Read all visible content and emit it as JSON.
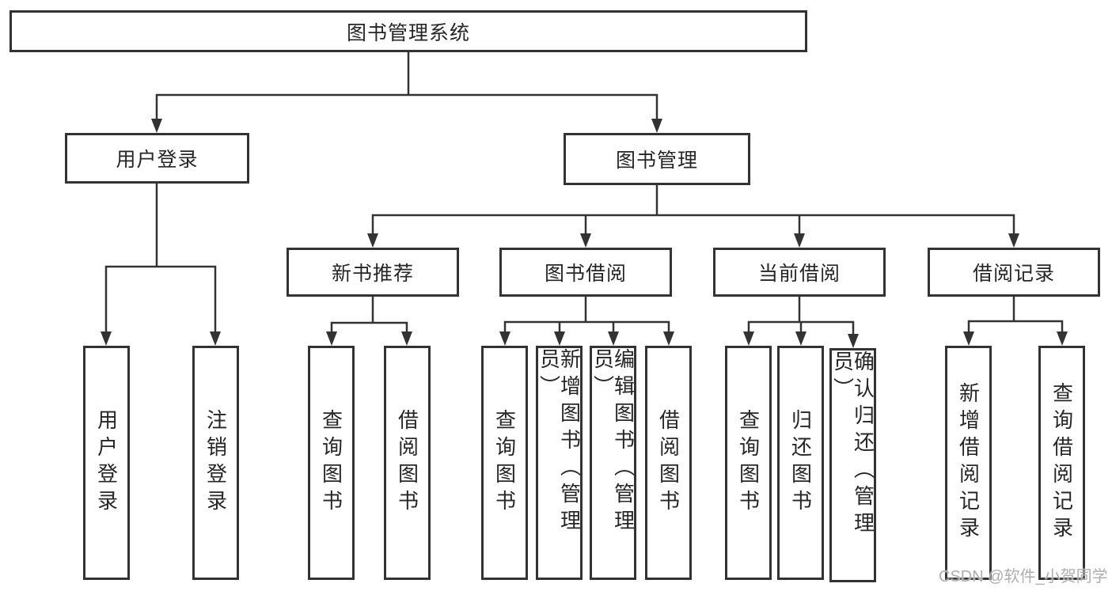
{
  "colors": {
    "line": "#333333",
    "box_border": "#333333",
    "text": "#262626",
    "watermark": "#aeaeae",
    "background": "#ffffff"
  },
  "diagram": {
    "type": "hierarchy-tree",
    "root": {
      "label": "图书管理系统"
    },
    "level2": [
      {
        "label": "用户登录"
      },
      {
        "label": "图书管理"
      }
    ],
    "level3": [
      {
        "label": "新书推荐",
        "parent": "图书管理"
      },
      {
        "label": "图书借阅",
        "parent": "图书管理"
      },
      {
        "label": "当前借阅",
        "parent": "图书管理"
      },
      {
        "label": "借阅记录",
        "parent": "图书管理"
      }
    ],
    "leaves": [
      {
        "label": "用户登录",
        "parent": "用户登录"
      },
      {
        "label": "注销登录",
        "parent": "用户登录"
      },
      {
        "label": "查询图书",
        "parent": "新书推荐"
      },
      {
        "label": "借阅图书",
        "parent": "新书推荐"
      },
      {
        "label": "查询图书",
        "parent": "图书借阅"
      },
      {
        "label": "新增图书（管理员）",
        "parent": "图书借阅"
      },
      {
        "label": "编辑图书（管理员）",
        "parent": "图书借阅"
      },
      {
        "label": "借阅图书",
        "parent": "图书借阅"
      },
      {
        "label": "查询图书",
        "parent": "当前借阅"
      },
      {
        "label": "归还图书",
        "parent": "当前借阅"
      },
      {
        "label": "确认归还（管理员）",
        "parent": "当前借阅"
      },
      {
        "label": "新增借阅记录",
        "parent": "借阅记录"
      },
      {
        "label": "查询借阅记录",
        "parent": "借阅记录"
      }
    ]
  },
  "watermark": {
    "text": "CSDN @软件_小贺同学"
  }
}
